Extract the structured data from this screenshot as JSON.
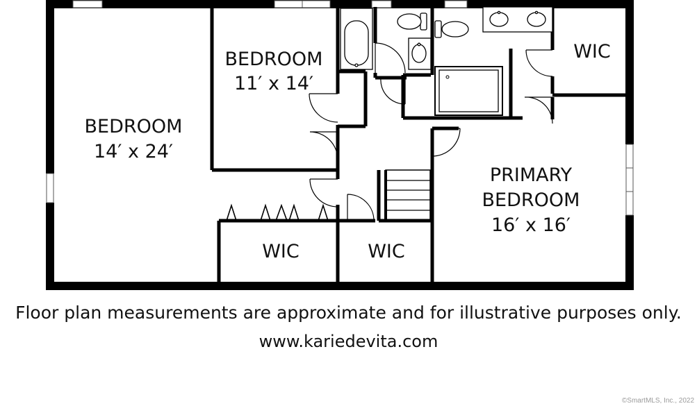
{
  "rooms": {
    "bedroom_left": {
      "name": "BEDROOM",
      "size": "14′ x 24′"
    },
    "bedroom_mid": {
      "name": "BEDROOM",
      "size": "11′ x 14′"
    },
    "primary": {
      "line1": "PRIMARY",
      "line2": "BEDROOM",
      "size": "16′ x 16′"
    },
    "wic_top_right": "WIC",
    "wic_bottom_left": "WIC",
    "wic_bottom_mid": "WIC"
  },
  "footer": {
    "disclaimer": "Floor plan measurements are approximate and for illustrative purposes only.",
    "website": "www.kariedevita.com",
    "copyright": "©SmartMLS, Inc., 2022"
  }
}
